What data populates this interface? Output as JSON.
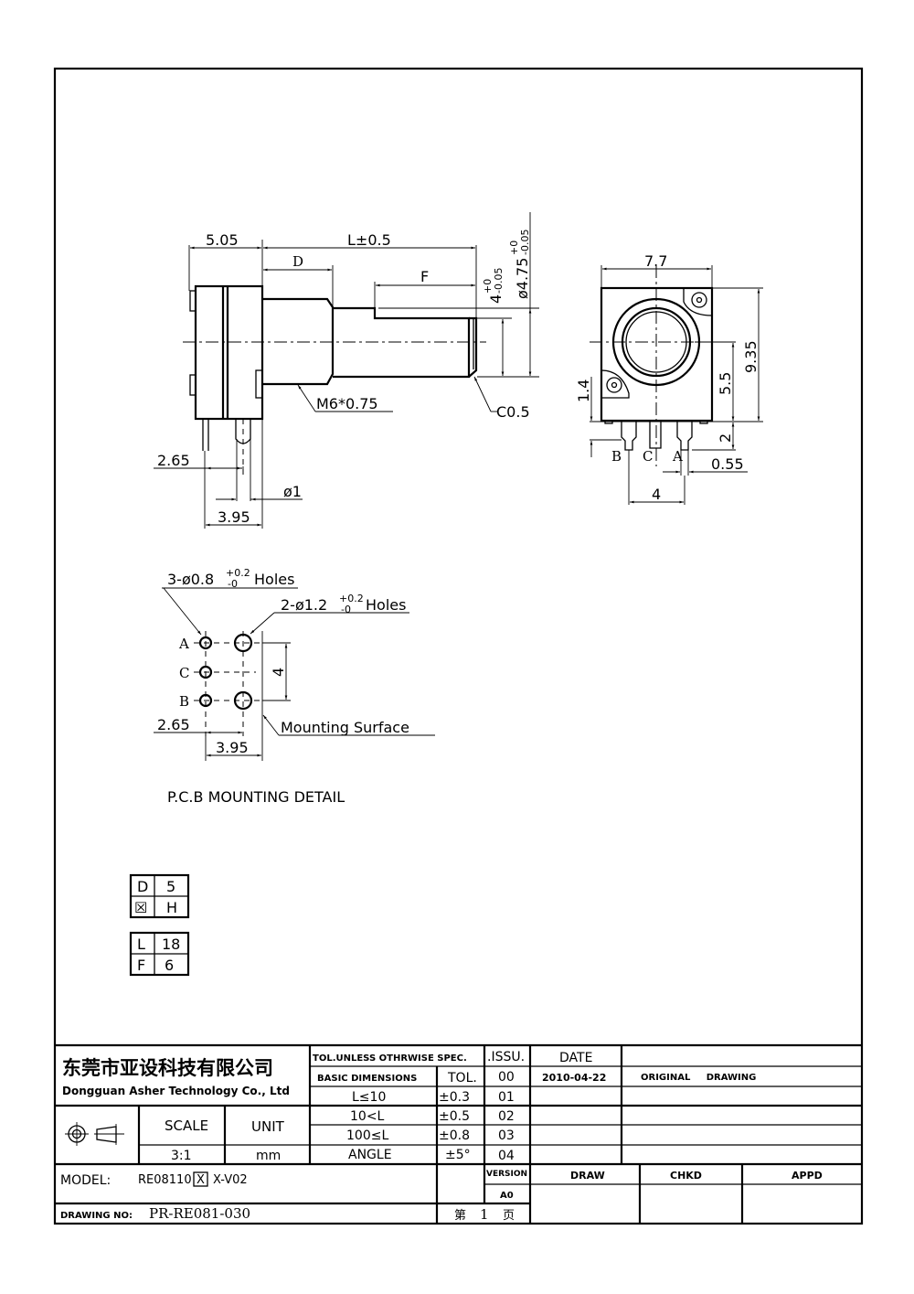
{
  "side_view": {
    "dim_body": "5.05",
    "dim_length": "L±0.5",
    "dim_D": "D",
    "dim_F": "F",
    "dim_flat": "4",
    "dim_flat_tol_plus": "+0",
    "dim_flat_tol_minus": "-0.05",
    "dim_shaft_dia": "ø4.75",
    "dim_shaft_tol_plus": "+0",
    "dim_shaft_tol_minus": "-0.05",
    "thread": "M6*0.75",
    "chamfer": "C0.5",
    "dim_pin_offset": "2.65",
    "dim_pin_dia": "ø1",
    "dim_pin_span": "3.95"
  },
  "front_view": {
    "dim_width": "7.7",
    "dim_height": "9.35",
    "dim_center": "5.5",
    "dim_pin_len": "2",
    "dim_left": "1.4",
    "dim_pin_w": "0.55",
    "dim_pin_pitch": "4",
    "pin_B": "B",
    "pin_C": "C",
    "pin_A": "A"
  },
  "pcb_detail": {
    "small_holes": "3-ø0.8",
    "small_holes_tol_plus": "+0.2",
    "small_holes_tol_minus": "-0",
    "small_holes_suffix": "Holes",
    "large_holes": "2-ø1.2",
    "large_holes_tol_plus": "+0.2",
    "large_holes_tol_minus": "-0",
    "large_holes_suffix": "Holes",
    "pin_A": "A",
    "pin_C": "C",
    "pin_B": "B",
    "dim_pitch": "4",
    "dim_offset": "2.65",
    "dim_span": "3.95",
    "mounting_surface": "Mounting  Surface",
    "title": "P.C.B  MOUNTING  DETAIL"
  },
  "variant_table_1": [
    {
      "key": "D",
      "value": "5"
    },
    {
      "key": "☒",
      "value": "H"
    }
  ],
  "variant_table_2": [
    {
      "key": "L",
      "value": "18"
    },
    {
      "key": "F",
      "value": "6"
    }
  ],
  "title_block": {
    "company_cn": "东莞市亚设科技有限公司",
    "company_en": "Dongguan Asher Technology Co., Ltd",
    "tol_header": "TOL.UNLESS OTHRWISE  SPEC.",
    "basic_dimensions": "BASIC DIMENSIONS",
    "tol": "TOL.",
    "tol_rows": [
      {
        "range": "L≤10",
        "tol": "±0.3"
      },
      {
        "range": "10<L",
        "tol": "±0.5"
      },
      {
        "range": "100≤L",
        "tol": "±0.8"
      },
      {
        "range": "ANGLE",
        "tol": "±5°"
      }
    ],
    "scale_label": "SCALE",
    "scale_value": "3:1",
    "unit_label": "UNIT",
    "unit_value": "mm",
    "issu_header": ".ISSU.",
    "date_header": "DATE",
    "issues": [
      {
        "no": "00",
        "date": "2010-04-22",
        "desc": "ORIGINAL     DRAWING"
      },
      {
        "no": "01",
        "date": "",
        "desc": ""
      },
      {
        "no": "02",
        "date": "",
        "desc": ""
      },
      {
        "no": "03",
        "date": "",
        "desc": ""
      },
      {
        "no": "04",
        "date": "",
        "desc": ""
      }
    ],
    "model_label": "MODEL:",
    "model_prefix": "RE08110",
    "model_box": "X",
    "model_suffix": "X-V02",
    "version_label": "VERSION",
    "version_value": "A0",
    "draw": "DRAW",
    "chkd": "CHKD",
    "appd": "APPD",
    "drawing_no_label": "DRAWING NO:",
    "drawing_no": "PR-RE081-030",
    "page_prefix": "第",
    "page_no": "1",
    "page_suffix": "页"
  }
}
